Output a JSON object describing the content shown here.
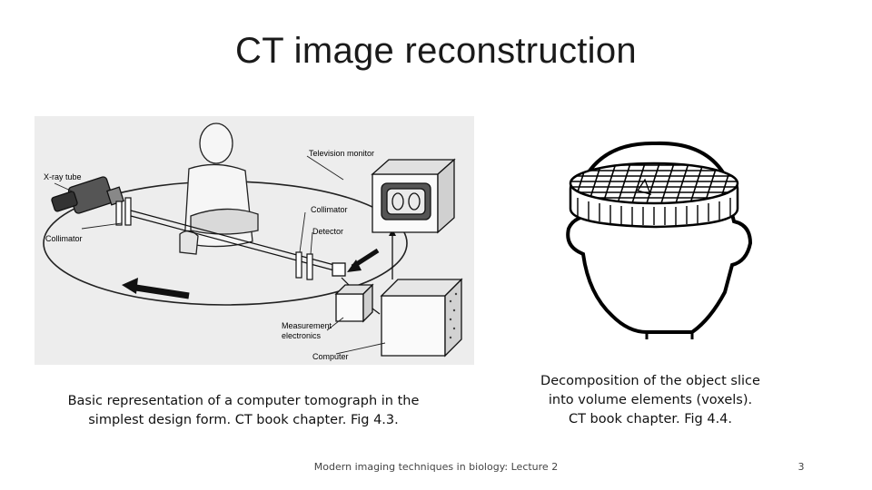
{
  "slide": {
    "title": "CT image reconstruction",
    "footer": "Modern imaging techniques in biology: Lecture 2",
    "page_number": "3"
  },
  "figure_left": {
    "labels": {
      "xray_tube": "X-ray tube",
      "television_monitor": "Television monitor",
      "collimator_top": "Collimator",
      "detector": "Detector",
      "collimator_left": "Collimator",
      "measurement_electronics_1": "Measurement",
      "measurement_electronics_2": "electronics",
      "computer": "Computer"
    },
    "caption_line1": "Basic representation of a computer tomograph in the",
    "caption_line2": "simplest design form. CT book chapter. Fig 4.3."
  },
  "figure_right": {
    "caption_line1": "Decomposition of the object slice",
    "caption_line2": "into volume elements (voxels).",
    "caption_line3": "CT book chapter. Fig 4.4."
  }
}
